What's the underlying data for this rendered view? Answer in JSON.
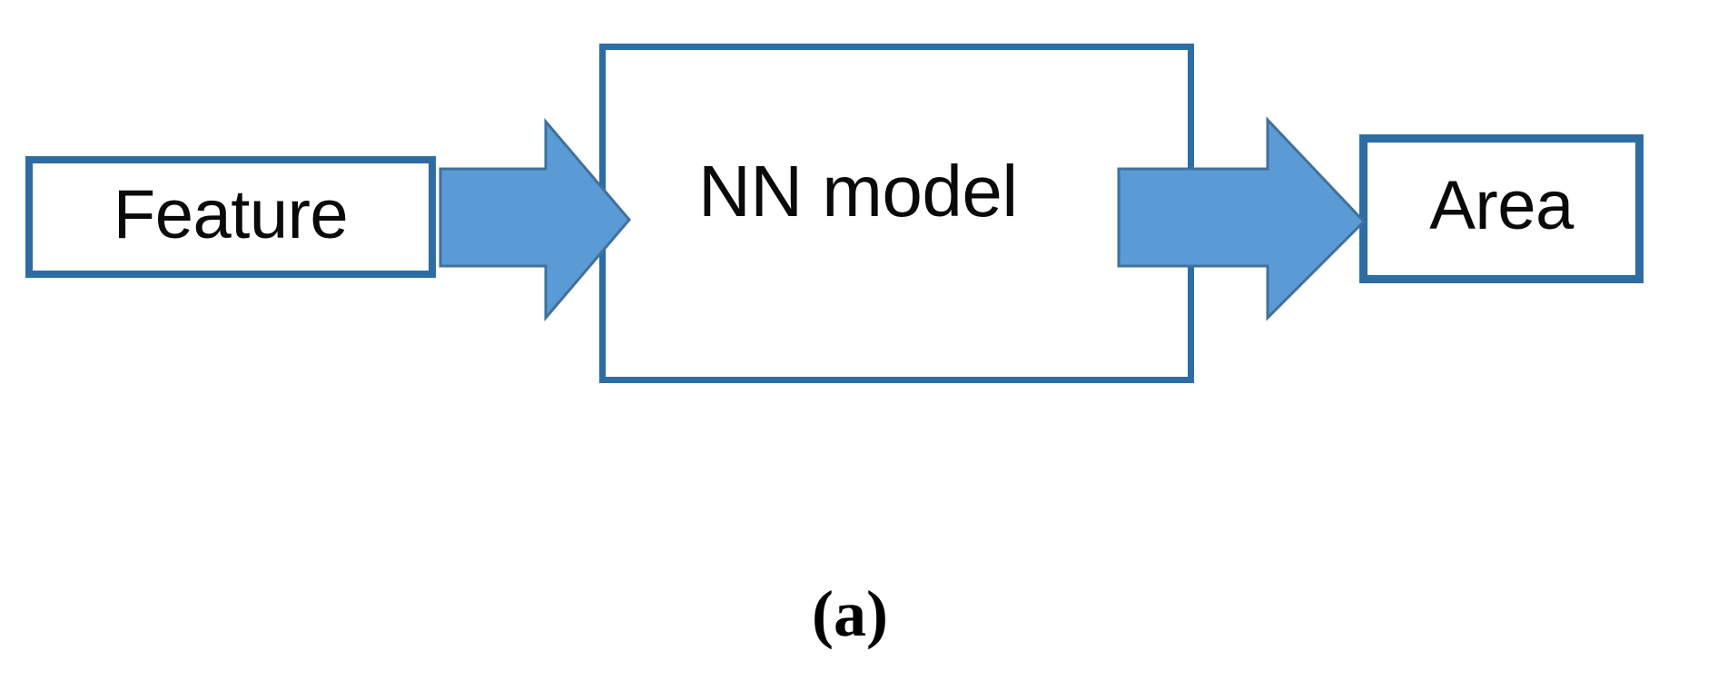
{
  "figure": {
    "caption": "(a)",
    "background_color": "#FFFFFF"
  },
  "palette": {
    "box_border": "#2E6DA4",
    "box_fill": "#FFFFFF",
    "arrow_fill": "#5B9BD5",
    "arrow_stroke": "#41719C",
    "text_color": "#0A0A0A"
  },
  "diagram": {
    "type": "flow",
    "orientation": "left-to-right",
    "nodes": [
      {
        "id": "feature",
        "label": "Feature",
        "role": "input",
        "shape": "rectangle"
      },
      {
        "id": "nn_model",
        "label": "NN model",
        "role": "process",
        "shape": "rectangle"
      },
      {
        "id": "area",
        "label": "Area",
        "role": "output",
        "shape": "rectangle"
      }
    ],
    "edges": [
      {
        "id": "feature-to-nn-model",
        "from": "feature",
        "to": "nn_model",
        "icon": "block-arrow-right-icon",
        "label": ""
      },
      {
        "id": "nn-model-to-area",
        "from": "nn_model",
        "to": "area",
        "icon": "block-arrow-right-icon",
        "label": ""
      }
    ]
  }
}
